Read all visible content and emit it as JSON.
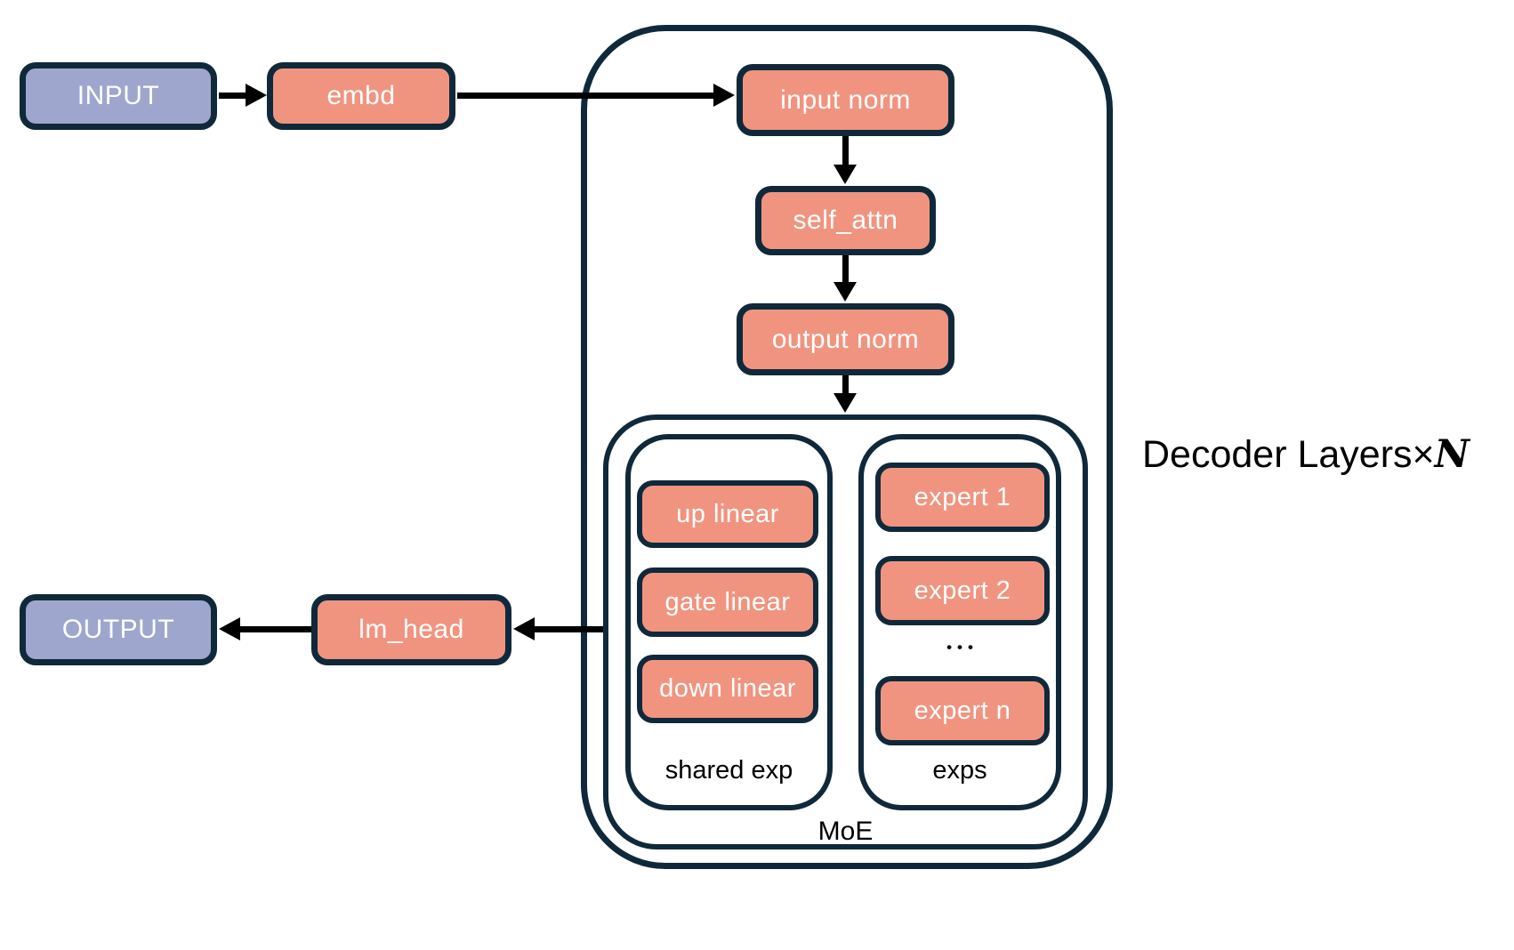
{
  "palette": {
    "salmon": "#F09480",
    "purple": "#9FA6CE",
    "navy_border": "#10293A",
    "arrow_black": "#000000",
    "text_light": "#FFFFFF",
    "text_dark": "#000000"
  },
  "nodes": {
    "input": "INPUT",
    "embd": "embd",
    "input_norm": "input norm",
    "self_attn": "self_attn",
    "output_norm": "output norm",
    "lm_head": "lm_head",
    "output": "OUTPUT"
  },
  "decoder": {
    "label": "Decoder Layers",
    "times": "×",
    "n": "N"
  },
  "moe": {
    "label": "MoE",
    "shared": {
      "label": "shared exp",
      "items": [
        "up linear",
        "gate linear",
        "down linear"
      ]
    },
    "experts": {
      "label": "exps",
      "items": [
        "expert 1",
        "expert 2",
        "expert n"
      ],
      "ellipsis": "•••"
    }
  }
}
